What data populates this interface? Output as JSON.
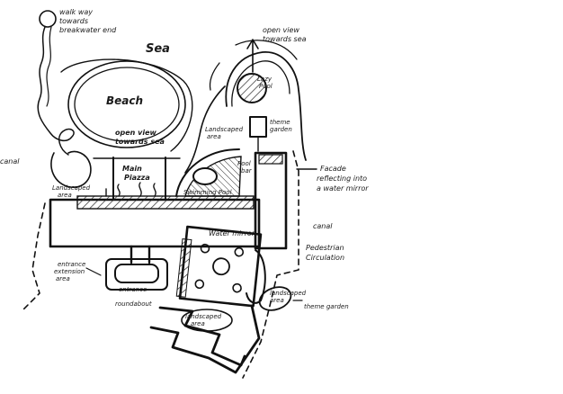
{
  "labels": {
    "walkway": [
      "walk way",
      "towards",
      "breakwater end"
    ],
    "sea": "Sea",
    "beach": "Beach",
    "open_view_top": [
      "open view",
      "towards sea"
    ],
    "open_view_mid": [
      "open view",
      "towards sea"
    ],
    "main_piazza": [
      "Main",
      "Piazza"
    ],
    "landscaped_area_left": [
      "Landscaped",
      "area"
    ],
    "landscaped_area_right": [
      "Landscaped",
      "area"
    ],
    "theme_garden_top": [
      "theme",
      "garden"
    ],
    "pool_bar": [
      "Pool",
      "bar"
    ],
    "lazy_pool": [
      "Lazy",
      "Pool"
    ],
    "swimming_pool": "Swimming Pool",
    "facade": [
      "Facade",
      "reflecting into",
      "a water mirror"
    ],
    "canal_left": "canal",
    "canal_right": "canal",
    "pedestrian": [
      "Pedestrian",
      "Circulation"
    ],
    "water_mirror": "Water mirror",
    "entrance_extension": [
      "entrance",
      "extension",
      "area"
    ],
    "entrance_roundabout": [
      "entrance",
      "roundabout"
    ],
    "landscaped_theme": [
      "landscaped",
      "area",
      "theme garden"
    ],
    "landscaped_bottom": [
      "landscaped",
      "area"
    ]
  }
}
